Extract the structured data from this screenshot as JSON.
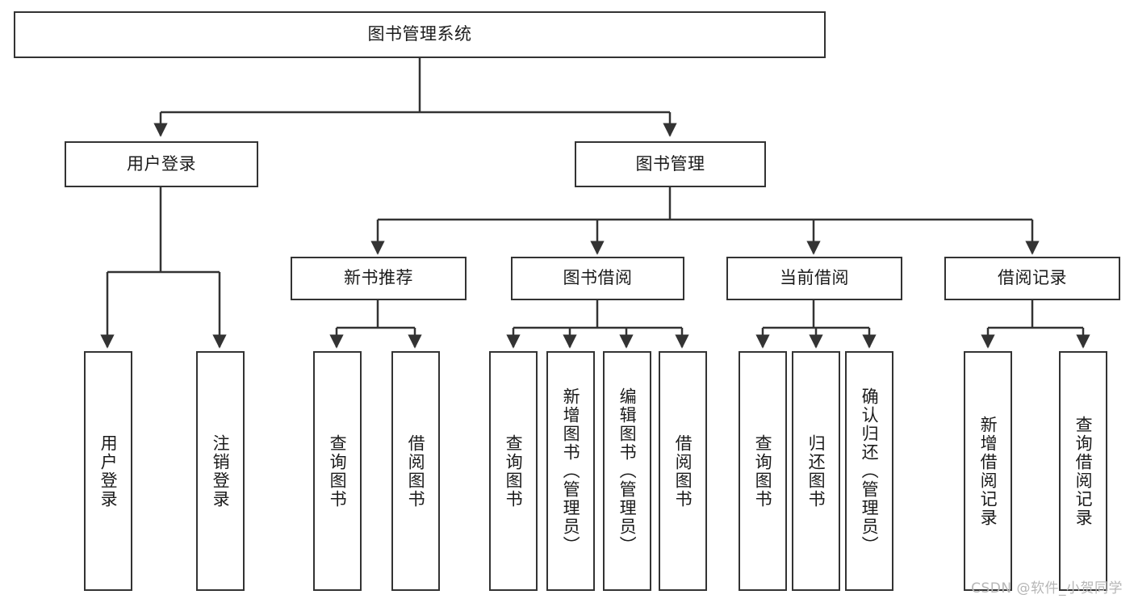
{
  "diagram": {
    "title": "图书管理系统",
    "type": "hierarchy-tree",
    "root": {
      "label": "图书管理系统"
    },
    "level2": [
      {
        "label": "用户登录"
      },
      {
        "label": "图书管理"
      }
    ],
    "level3": [
      {
        "label": "新书推荐"
      },
      {
        "label": "图书借阅"
      },
      {
        "label": "当前借阅"
      },
      {
        "label": "借阅记录"
      }
    ],
    "leaves": {
      "user_login": [
        {
          "label": "用户登录"
        },
        {
          "label": "注销登录"
        }
      ],
      "new_book_recommend": [
        {
          "label": "查询图书"
        },
        {
          "label": "借阅图书"
        }
      ],
      "book_borrow": [
        {
          "label": "查询图书"
        },
        {
          "label": "新增图书（管理员）"
        },
        {
          "label": "编辑图书（管理员）"
        },
        {
          "label": "借阅图书"
        }
      ],
      "current_borrow": [
        {
          "label": "查询图书"
        },
        {
          "label": "归还图书"
        },
        {
          "label": "确认归还（管理员）"
        }
      ],
      "borrow_record": [
        {
          "label": "新增借阅记录"
        },
        {
          "label": "查询借阅记录"
        }
      ]
    }
  },
  "watermark": {
    "text": "CSDN @软件_小贺同学"
  },
  "colors": {
    "stroke": "#333333",
    "box_fill": "#ffffff",
    "text": "#1b1b1b",
    "watermark": "#b6b6b6"
  }
}
